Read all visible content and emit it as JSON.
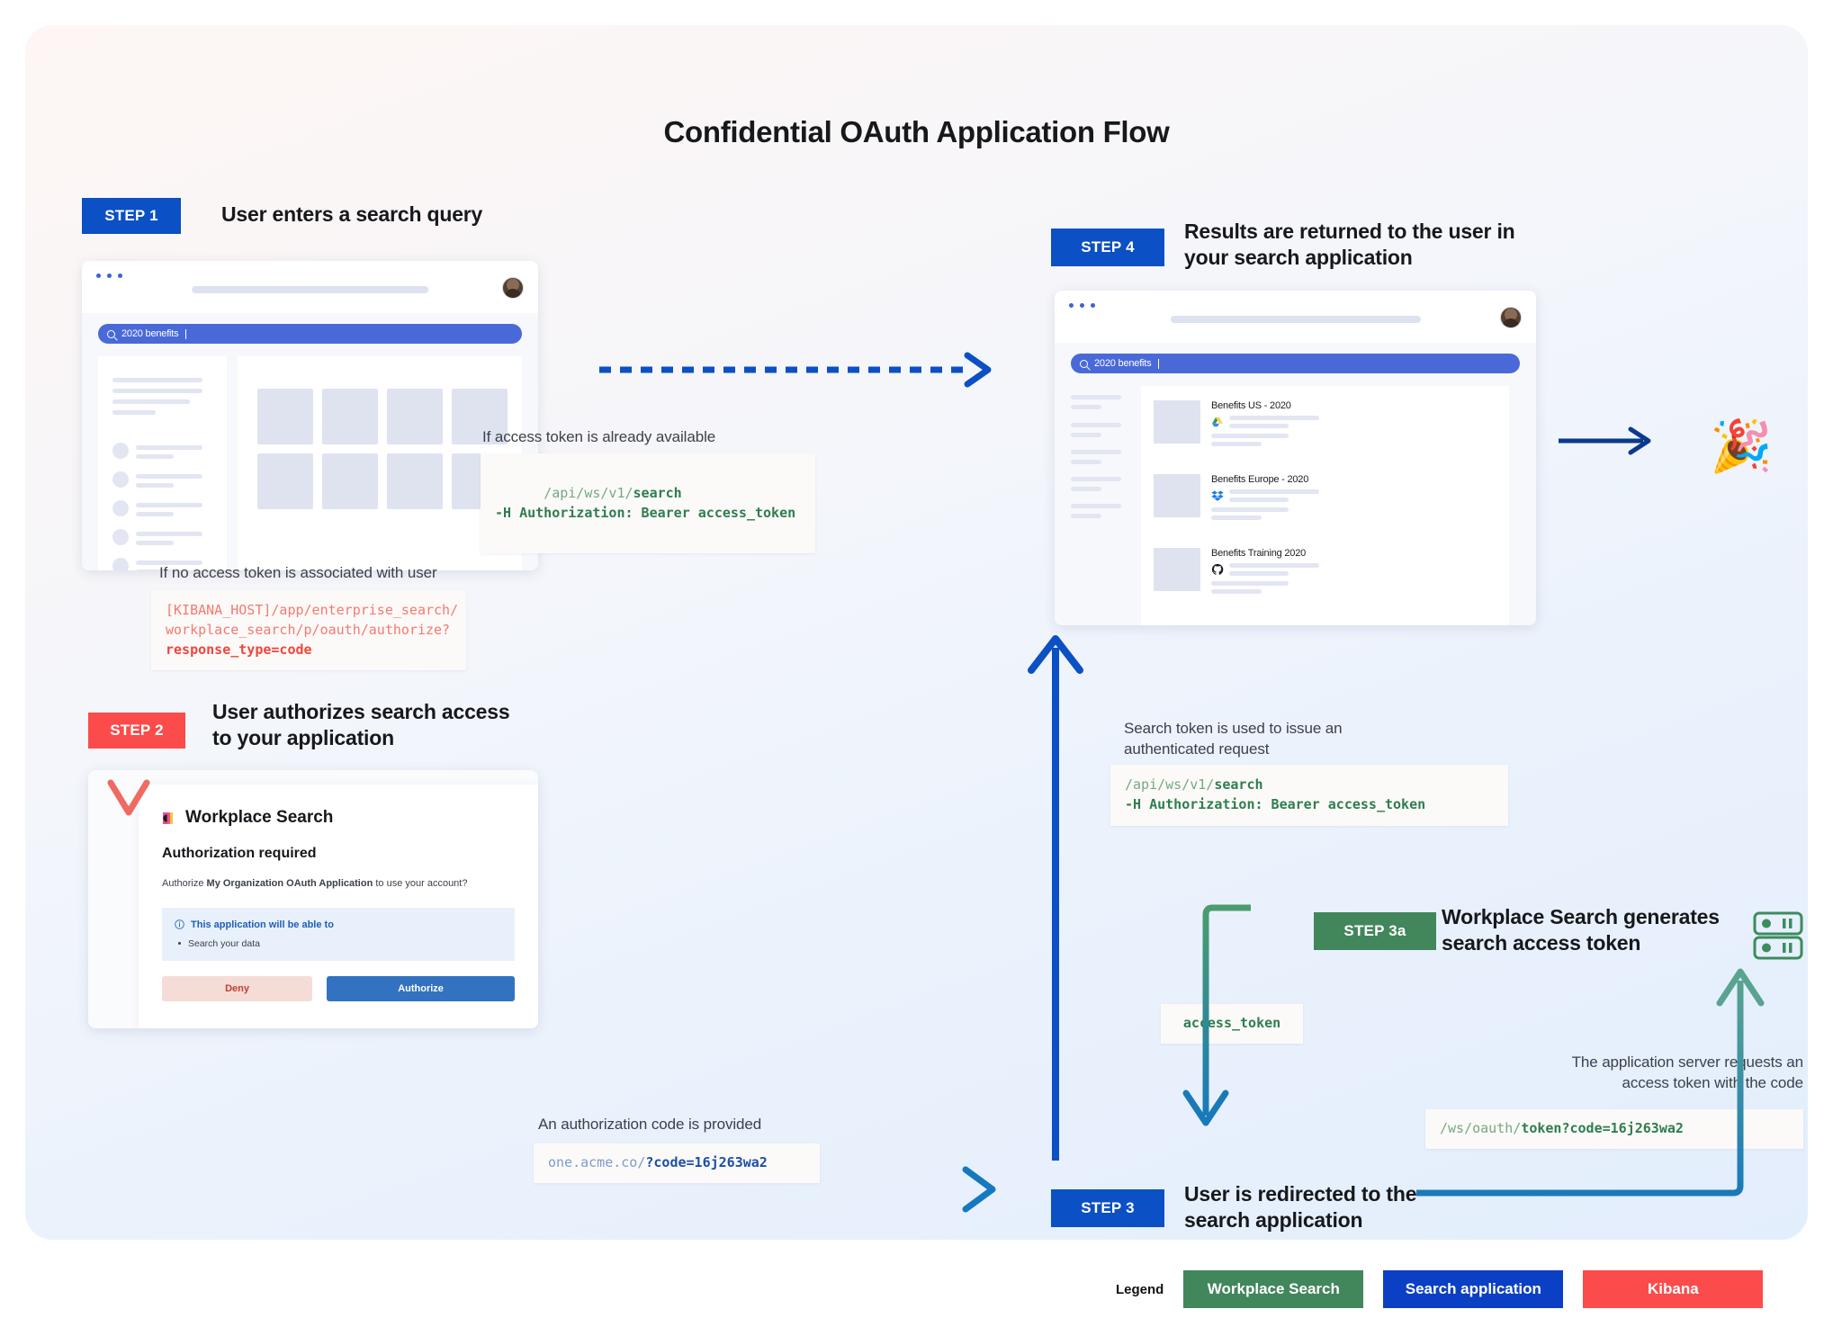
{
  "title": "Confidential OAuth Application Flow",
  "steps": {
    "step1": {
      "badge": "STEP 1",
      "heading": "User enters a search query"
    },
    "step2": {
      "badge": "STEP 2",
      "heading": "User authorizes search access\nto your application"
    },
    "step3": {
      "badge": "STEP 3",
      "heading": "User is redirected to the\nsearch application"
    },
    "step3a": {
      "badge": "STEP 3a",
      "heading": "Workplace Search generates\nsearch access token"
    },
    "step4": {
      "badge": "STEP 4",
      "heading": "Results are returned to the user in\nyour search application"
    }
  },
  "mock1": {
    "search_query": "2020 benefits",
    "search_icon": "search-icon"
  },
  "mock4": {
    "search_query": "2020 benefits",
    "results": [
      {
        "title": "Benefits US - 2020",
        "source_icon": "google-drive-icon"
      },
      {
        "title": "Benefits Europe - 2020",
        "source_icon": "dropbox-icon"
      },
      {
        "title": "Benefits Training 2020",
        "source_icon": "github-icon"
      }
    ]
  },
  "auth_card": {
    "brand": "Workplace Search",
    "brand_icon": "workplace-search-logo",
    "heading": "Authorization required",
    "body_prefix": "Authorize ",
    "body_app": "My Organization OAuth Application",
    "body_suffix": " to use your account?",
    "callout_icon": "info-icon",
    "callout_title": "This application will be able to",
    "callout_items": [
      "Search your data"
    ],
    "deny_label": "Deny",
    "authorize_label": "Authorize"
  },
  "notes": {
    "token_available": "If access token is already available",
    "no_token": "If no access token is associated with user",
    "auth_code_provided": "An authorization code is provided",
    "search_token_used": "Search token is used to issue an\nauthenticated request",
    "server_requests_token": "The application server requests an\naccess token with the code"
  },
  "code_blocks": {
    "search_top": {
      "dim": "/api/ws/v1/",
      "hot": "search",
      "line2": "-H Authorization: Bearer access_token"
    },
    "kibana_authorize": {
      "dim": "[KIBANA_HOST]/app/enterprise_search/\nworkplace_search/p/oauth/authorize?\n",
      "hot": "response_type=code"
    },
    "search_right": {
      "dim": "/api/ws/v1/",
      "hot": "search",
      "line2": "-H Authorization: Bearer access_token"
    },
    "redirect_code": {
      "dim": "one.acme.co/",
      "hot": "?code=16j263wa2"
    },
    "oauth_token": {
      "dim": "/ws/oauth/",
      "hot": "token?code=16j263wa2"
    },
    "access_token_label": "access_token"
  },
  "celebration_emoji": "🎉",
  "server_icon": "server-rack-icon",
  "legend": {
    "label": "Legend",
    "items": [
      {
        "label": "Workplace Search",
        "color": "#42865c"
      },
      {
        "label": "Search application",
        "color": "#0b3fc4"
      },
      {
        "label": "Kibana",
        "color": "#fb4b4b"
      }
    ]
  },
  "colors": {
    "blue": "#0b50c4",
    "red": "#fb4b4b",
    "green": "#42865c",
    "teal": "#2f7fa8"
  }
}
